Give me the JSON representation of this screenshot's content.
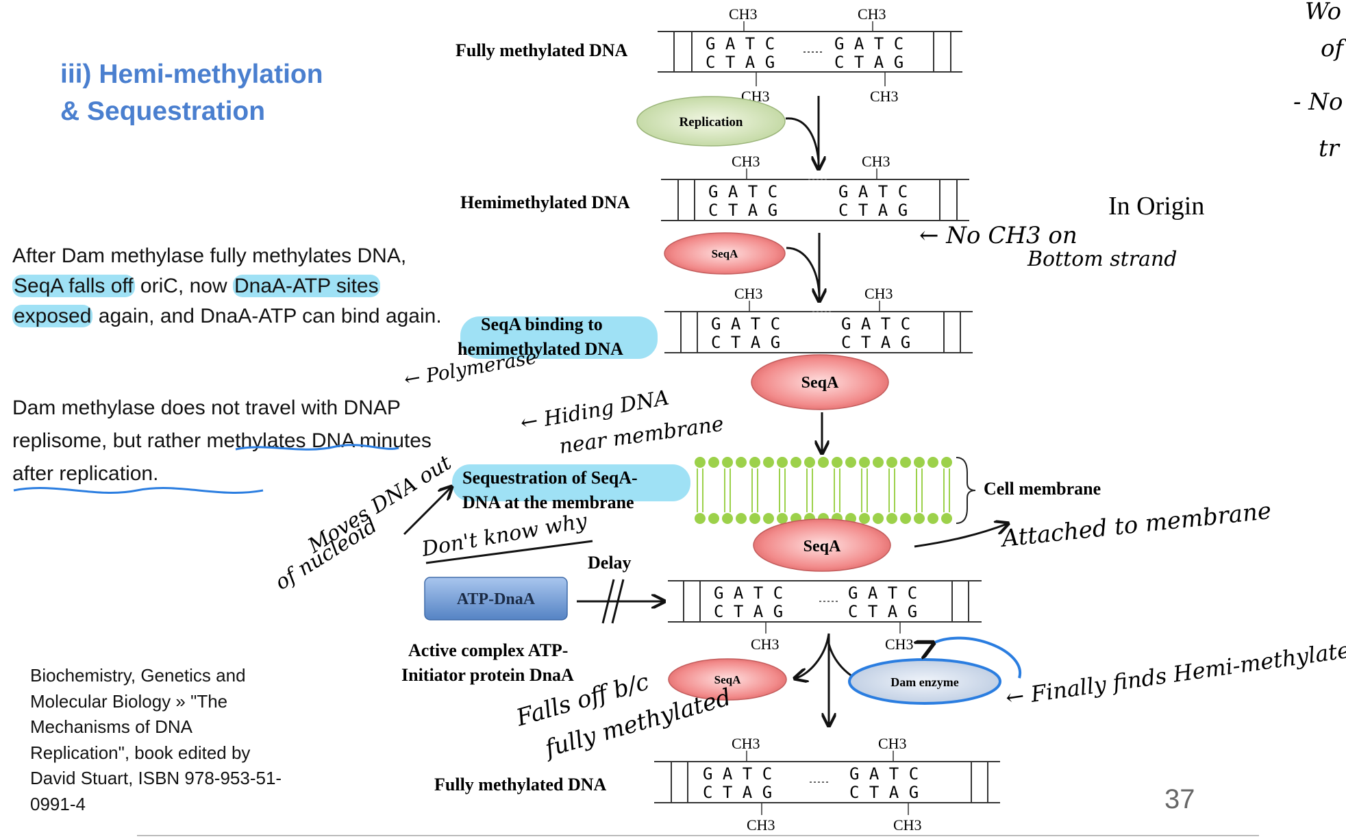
{
  "slide": {
    "title_line1": "iii) Hemi-methylation",
    "title_line2": "& Sequestration",
    "page_number": "37"
  },
  "body": {
    "p1_a": "After Dam methylase fully methylates DNA, ",
    "p1_hl1": "SeqA falls off",
    "p1_b": " oriC, now ",
    "p1_hl2": "DnaA-ATP sites",
    "p1_c": " ",
    "p1_hl3": "exposed",
    "p1_d": " again, and DnaA-ATP can bind again.",
    "p2": "Dam methylase does not travel with DNAP replisome, but rather methylates DNA minutes after replication."
  },
  "citation": "Biochemistry, Genetics and Molecular Biology » \"The Mechanisms of DNA Replication\", book edited by David Stuart, ISBN 978-953-51-0991-4",
  "diagram": {
    "ch3": "CH3",
    "top_seq": "G A T C",
    "bottom_seq": "C T A G",
    "labels": {
      "fully_methylated_top": "Fully methylated DNA",
      "hemimethylated": "Hemimethylated DNA",
      "seqa_binding_1": "SeqA binding to",
      "seqa_binding_2": "hemimethylated DNA",
      "sequestration_1": "Sequestration of SeqA-",
      "sequestration_2": "DNA at the membrane",
      "cell_membrane": "Cell membrane",
      "delay": "Delay",
      "active_complex_1": "Active complex ATP-",
      "active_complex_2": "Initiator protein DnaA",
      "fully_methylated_bottom": "Fully methylated DNA"
    },
    "ovals": {
      "replication": "Replication",
      "seqa": "SeqA",
      "dam_enzyme": "Dam enzyme",
      "atp_dnaa": "ATP-DnaA"
    }
  },
  "annotations": {
    "in_origin": "In Origin",
    "no_ch3": "← No CH3 on",
    "bottom_strand": "Bottom strand",
    "polymerase": "← Polymerase",
    "hiding_dna": "← Hiding DNA",
    "near_membrane": "near membrane",
    "moves_dna_out": "Moves DNA out",
    "of_nucleoid": "of nucleoid",
    "dont_know_why": "Don't know why",
    "attached": "Attached to membrane",
    "finally_finds": "← Finally finds Hemi-methylated",
    "falls_off": "Falls off b/c",
    "fully_methylated": "fully methylated",
    "top_right_1": "Wo",
    "top_right_2": "of",
    "top_right_3": "- No",
    "top_right_4": "tr"
  }
}
